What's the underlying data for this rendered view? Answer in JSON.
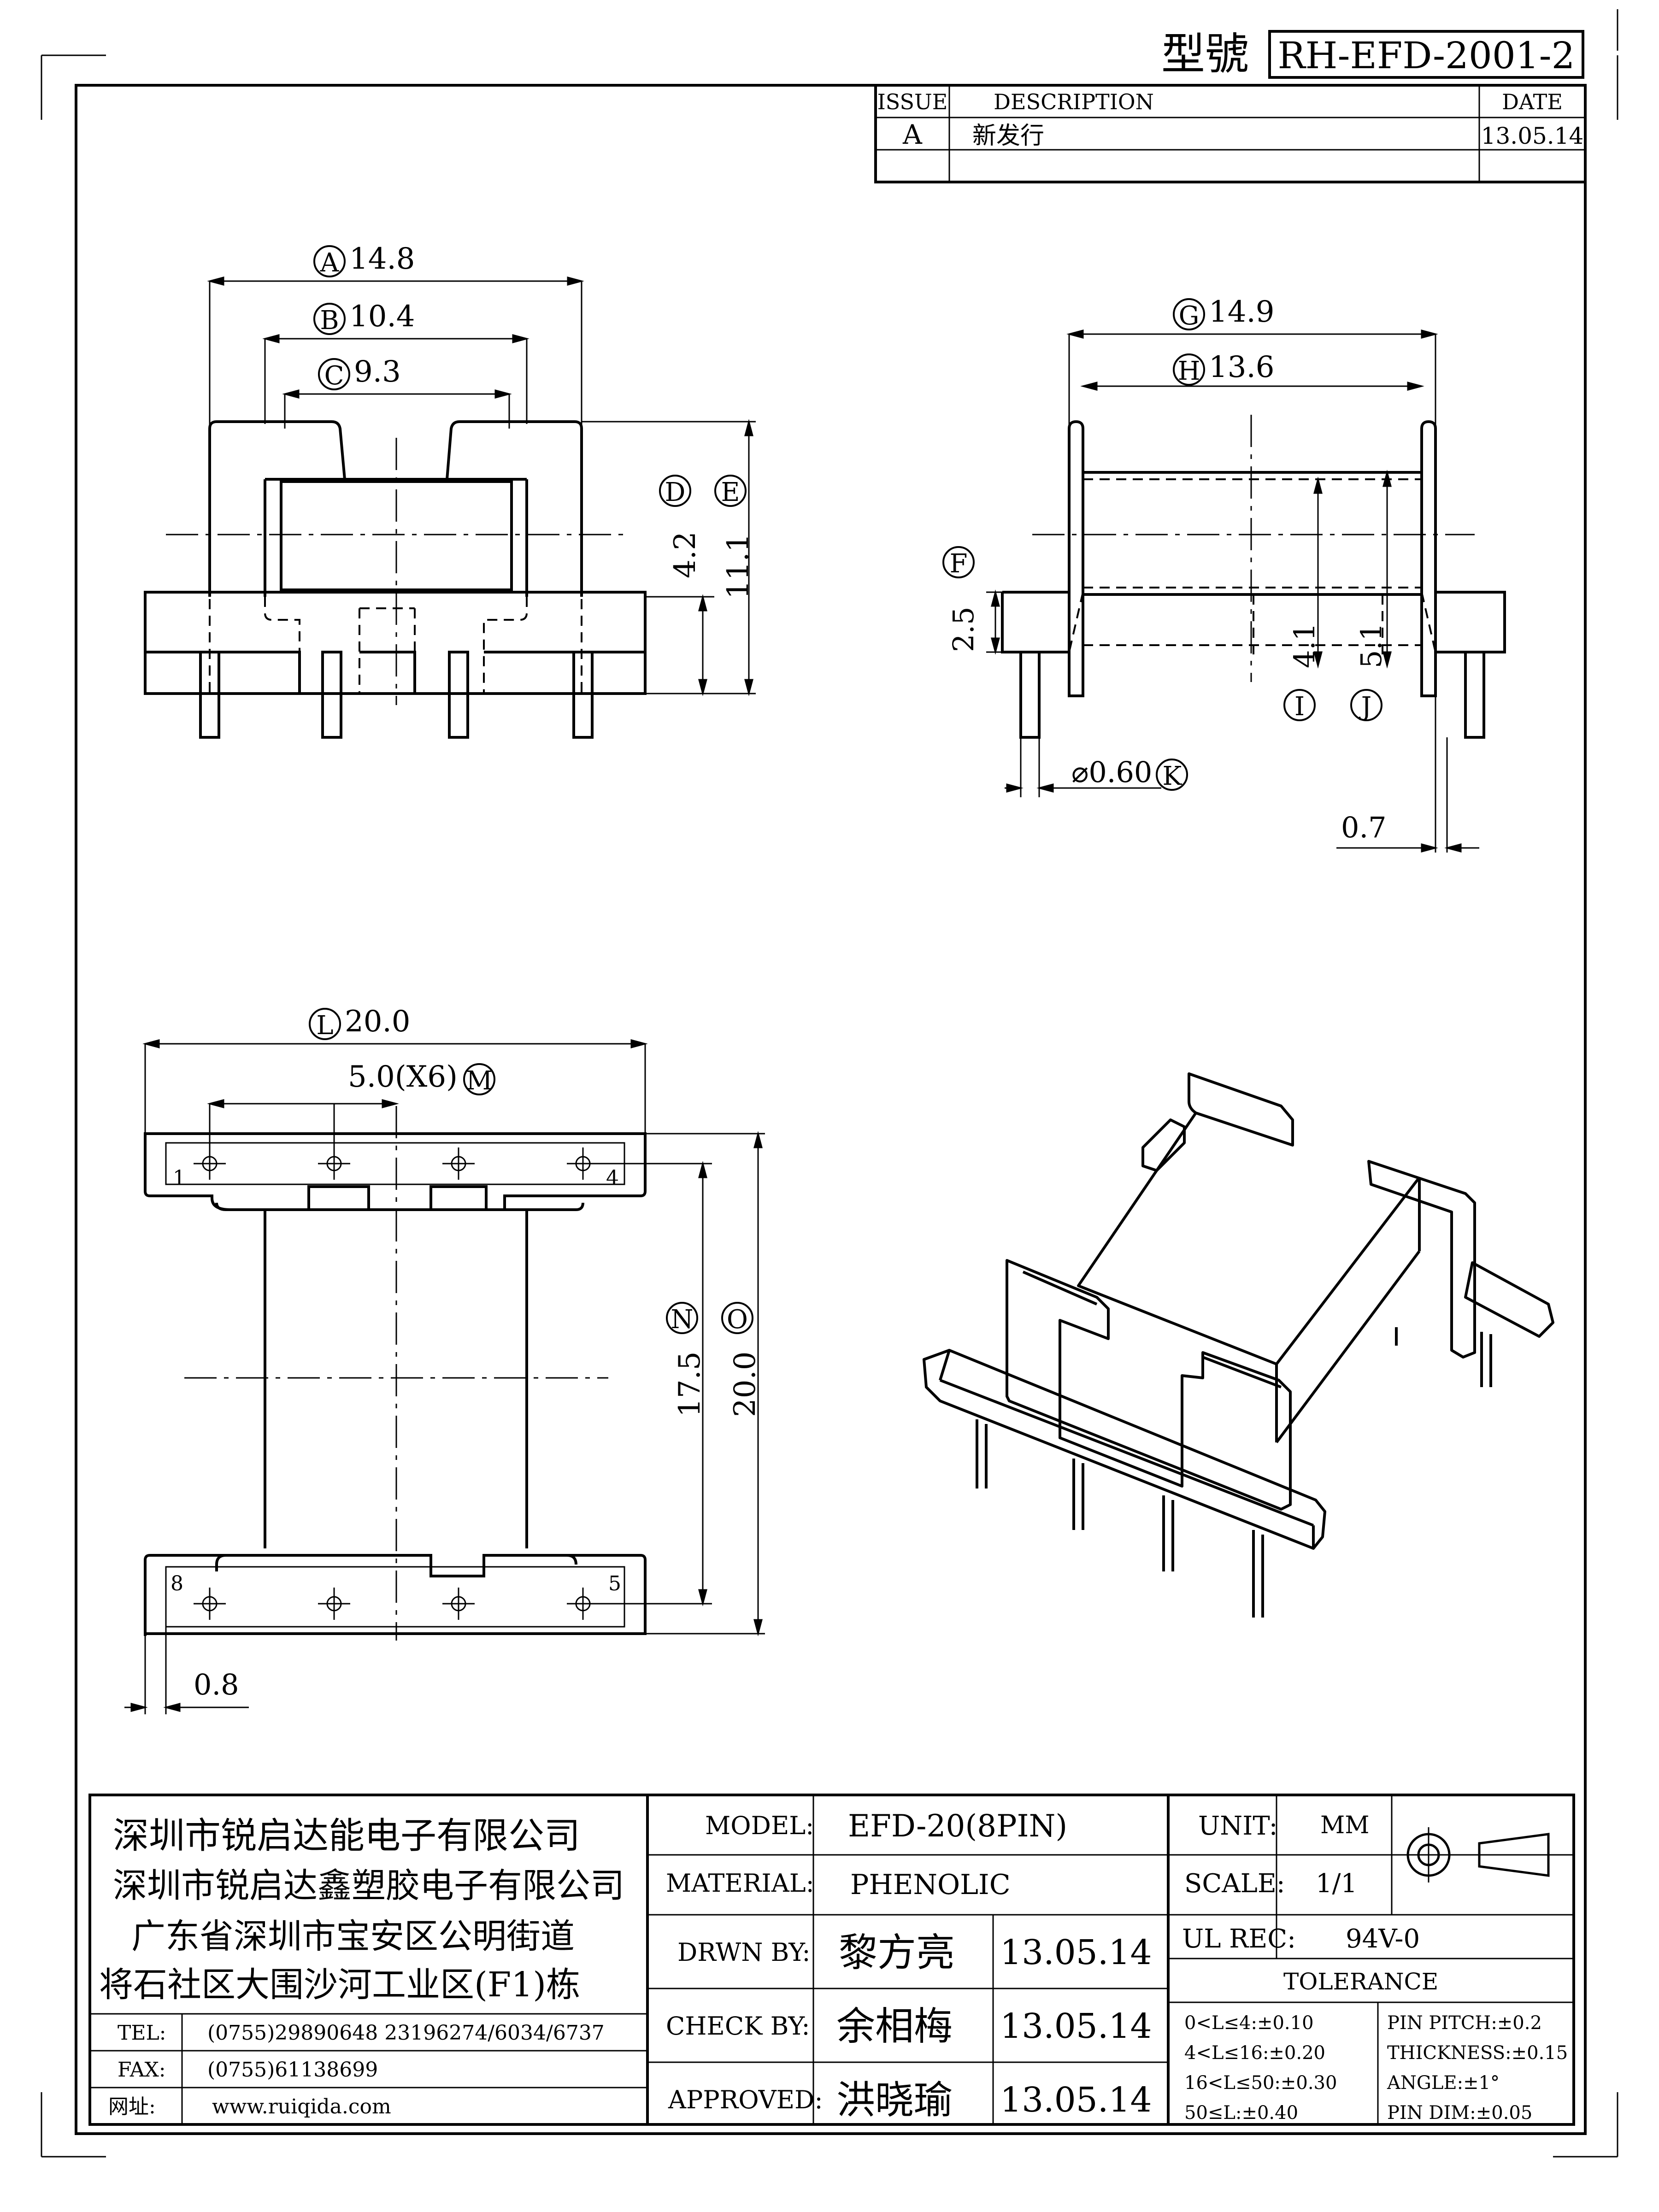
{
  "header": {
    "model_label": "型號",
    "model_number": "RH-EFD-2001-2"
  },
  "revision": {
    "col_issue": "ISSUE",
    "col_description": "DESCRIPTION",
    "col_date": "DATE",
    "rows": [
      {
        "issue": "A",
        "description": "新发行",
        "date": "13.05.14"
      }
    ]
  },
  "dimensions": {
    "A": {
      "letter": "A",
      "value": "14.8"
    },
    "B": {
      "letter": "B",
      "value": "10.4"
    },
    "C": {
      "letter": "C",
      "value": "9.3"
    },
    "D": {
      "letter": "D",
      "value": "4.2"
    },
    "E": {
      "letter": "E",
      "value": "11.1"
    },
    "F": {
      "letter": "F",
      "value": "2.5"
    },
    "G": {
      "letter": "G",
      "value": "14.9"
    },
    "H": {
      "letter": "H",
      "value": "13.6"
    },
    "I": {
      "letter": "I",
      "value": "4.1"
    },
    "J": {
      "letter": "J",
      "value": "5.1"
    },
    "K": {
      "letter": "K",
      "value": "⌀0.60"
    },
    "L": {
      "letter": "L",
      "value": "20.0"
    },
    "M": {
      "letter": "M",
      "value": "5.0(X6)"
    },
    "N": {
      "letter": "N",
      "value": "17.5"
    },
    "O": {
      "letter": "O",
      "value": "20.0"
    },
    "side_pin_offset": "0.7",
    "bottom_edge_offset": "0.8"
  },
  "pins": {
    "p1": "1",
    "p4": "4",
    "p5": "5",
    "p8": "8"
  },
  "company": {
    "line1": "深圳市锐启达能电子有限公司",
    "line2": "深圳市锐启达鑫塑胶电子有限公司",
    "line3": "广东省深圳市宝安区公明街道",
    "line4": "将石社区大围沙河工业区(F1)栋"
  },
  "contact": {
    "tel_label": "TEL:",
    "tel_value": "(0755)29890648  23196274/6034/6737",
    "fax_label": "FAX:",
    "fax_value": "(0755)61138699",
    "web_label": "网址:",
    "web_value": "www.ruiqida.com"
  },
  "titleblock": {
    "model_label": "MODEL:",
    "model_value": "EFD-20(8PIN)",
    "material_label": "MATERIAL:",
    "material_value": "PHENOLIC",
    "drawn_label": "DRWN BY:",
    "drawn_name": "黎方亮",
    "drawn_date": "13.05.14",
    "check_label": "CHECK BY:",
    "check_name": "余相梅",
    "check_date": "13.05.14",
    "approved_label": "APPROVED:",
    "approved_name": "洪晓瑜",
    "approved_date": "13.05.14",
    "unit_label": "UNIT:",
    "unit_value": "MM",
    "scale_label": "SCALE:",
    "scale_value": "1/1",
    "ul_label": "UL REC:",
    "ul_value": "94V-0",
    "tolerance_title": "TOLERANCE",
    "tol": [
      "0<L≤4:±0.10",
      "4<L≤16:±0.20",
      "16<L≤50:±0.30",
      "50≤L:±0.40"
    ],
    "tol_right": [
      "PIN PITCH:±0.2",
      "THICKNESS:±0.15",
      "ANGLE:±1°",
      "PIN DIM:±0.05"
    ]
  }
}
